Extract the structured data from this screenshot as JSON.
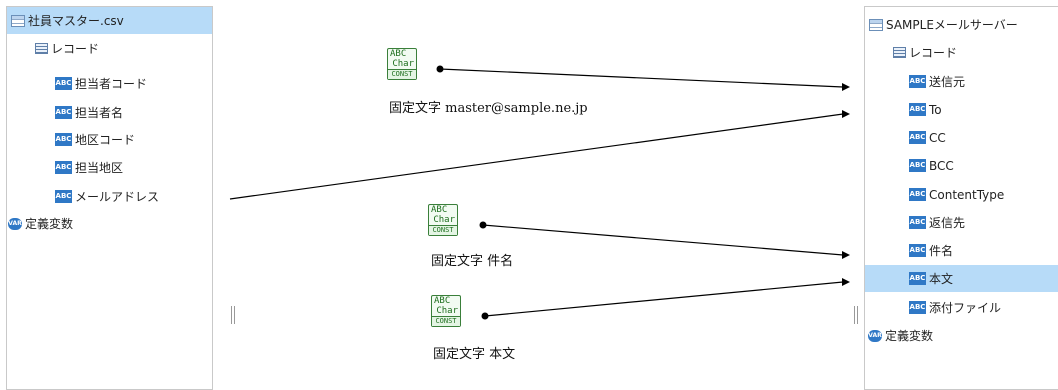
{
  "source": {
    "file_name": "社員マスター.csv",
    "record_label": "レコード",
    "fields": [
      "担当者コード",
      "担当者名",
      "地区コード",
      "担当地区",
      "メールアドレス"
    ],
    "variables_label": "定義変数"
  },
  "target": {
    "name": "SAMPLEメールサーバー",
    "record_label": "レコード",
    "fields": [
      "送信元",
      "To",
      "CC",
      "BCC",
      "ContentType",
      "返信先",
      "件名",
      "本文",
      "添付ファイル"
    ],
    "selected_field": "本文",
    "variables_label": "定義変数"
  },
  "constants": [
    {
      "label": "固定文字 master@sample.ne.jp"
    },
    {
      "label": "固定文字 件名"
    },
    {
      "label": "固定文字 本文"
    }
  ],
  "icons": {
    "abc": "ABC",
    "var": "VAR",
    "const_line1": "ABC",
    "const_line2": "Char",
    "const_line3": "CONST"
  },
  "colors": {
    "selected_row": "#b7dbf8",
    "abc_icon": "#2f78c6",
    "const_green": "#3a7f3a"
  }
}
